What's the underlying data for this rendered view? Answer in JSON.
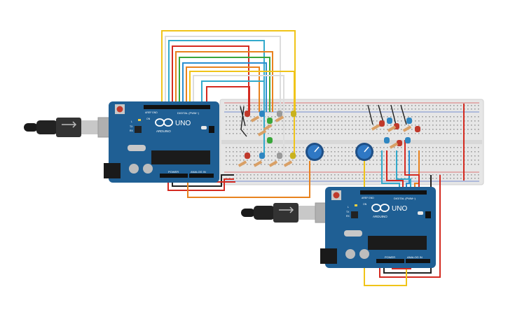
{
  "boards": [
    {
      "name": "arduino-uno-left",
      "logo_text": "UNO",
      "brand_text": "ARDUINO",
      "digital_label": "DIGITAL (PWM~)",
      "power_label": "POWER",
      "analog_label": "ANALOG IN",
      "aref_label": "AREF",
      "gnd_label": "GND",
      "on_label": "ON",
      "tx_label": "TX",
      "rx_label": "RX",
      "l_label": "L"
    },
    {
      "name": "arduino-uno-right",
      "logo_text": "UNO",
      "brand_text": "ARDUINO",
      "digital_label": "DIGITAL (PWM~)",
      "power_label": "POWER",
      "analog_label": "ANALOG IN",
      "aref_label": "AREF",
      "gnd_label": "GND",
      "on_label": "ON",
      "tx_label": "TX",
      "rx_label": "RX",
      "l_label": "L"
    }
  ],
  "colors": {
    "board": "#1f5f94",
    "breadboard": "#e6e6e6",
    "wire_red": "#d42a20",
    "wire_yellow": "#f0c419",
    "wire_orange": "#e8821e",
    "wire_green": "#3aa63a",
    "wire_blue": "#2a8fd0",
    "wire_teal": "#33aacc",
    "wire_black": "#222222",
    "wire_white": "#dddddd",
    "led_red": "#c0392b",
    "led_green": "#3aa63a",
    "led_blue": "#2e86c1",
    "led_yellow": "#c9b21e",
    "led_gray": "#9a9a9a",
    "pot": "#2f78c4"
  }
}
